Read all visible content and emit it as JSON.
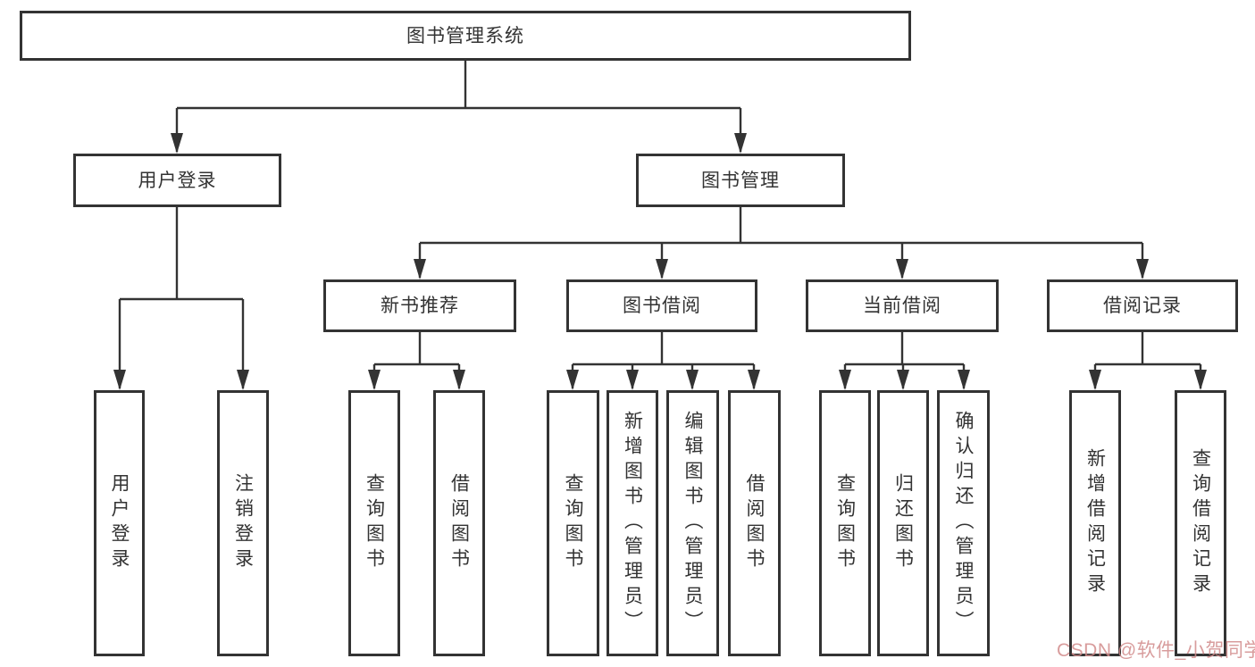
{
  "diagram": {
    "type": "hierarchy-tree",
    "colors": {
      "line": "#333333",
      "box_border": "#333333",
      "text": "#333333",
      "background": "#ffffff",
      "watermark": "#d18b8b"
    },
    "tree": {
      "label": "图书管理系统",
      "children": [
        {
          "label": "用户登录",
          "children": [
            {
              "label": "用户登录"
            },
            {
              "label": "注销登录"
            }
          ]
        },
        {
          "label": "图书管理",
          "children": [
            {
              "label": "新书推荐",
              "children": [
                {
                  "label": "查询图书"
                },
                {
                  "label": "借阅图书"
                }
              ]
            },
            {
              "label": "图书借阅",
              "children": [
                {
                  "label": "查询图书"
                },
                {
                  "label": "新增图书（管理员）"
                },
                {
                  "label": "编辑图书（管理员）"
                },
                {
                  "label": "借阅图书"
                }
              ]
            },
            {
              "label": "当前借阅",
              "children": [
                {
                  "label": "查询图书"
                },
                {
                  "label": "归还图书"
                },
                {
                  "label": "确认归还（管理员）"
                }
              ]
            },
            {
              "label": "借阅记录",
              "children": [
                {
                  "label": "新增借阅记录"
                },
                {
                  "label": "查询借阅记录"
                }
              ]
            }
          ]
        }
      ]
    },
    "watermark": "CSDN @软件_小贺同学"
  }
}
